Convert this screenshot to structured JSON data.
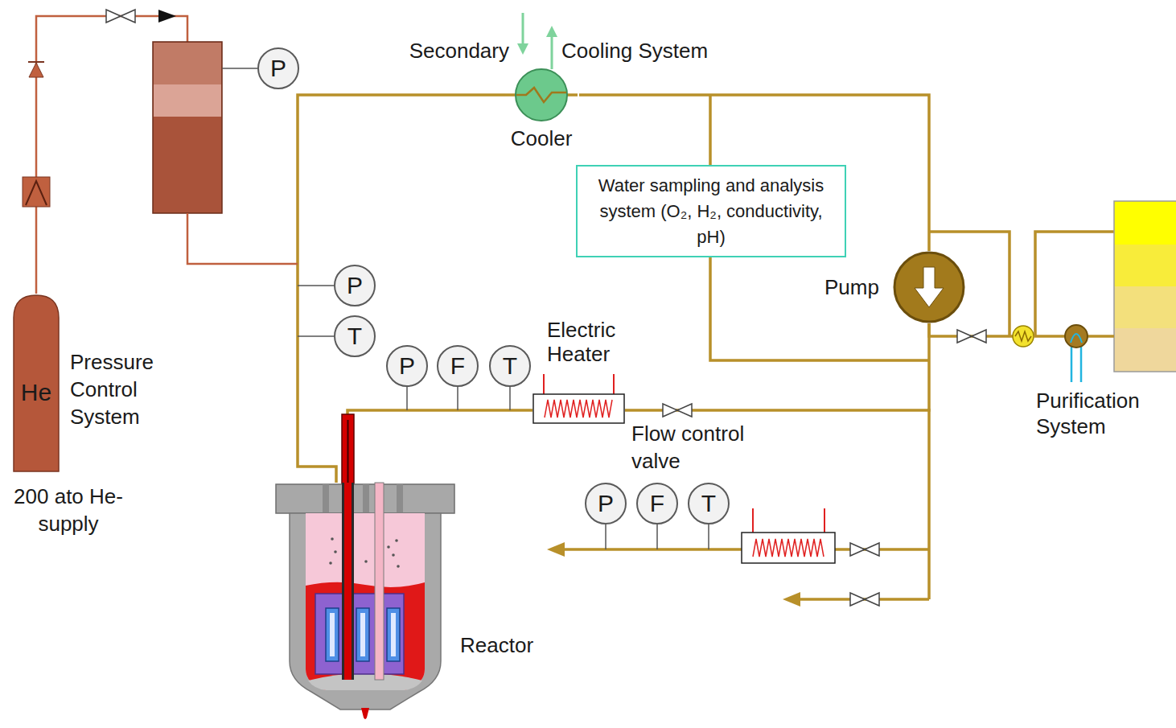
{
  "diagram": {
    "nodes": [
      {
        "text": [
          "P"
        ]
      },
      {
        "text": [
          "Cooler"
        ]
      },
      {
        "text": [
          "Water sampling and analysis system (O₂, H₂, conductivity, pH)"
        ]
      },
      {
        "text": [
          "P"
        ]
      },
      {
        "text": [
          "Pump"
        ]
      },
      {
        "text": [
          "T"
        ]
      },
      {
        "text": [
          "He"
        ]
      },
      {
        "text": [
          "P"
        ]
      },
      {
        "text": [
          "F"
        ]
      },
      {
        "text": [
          "T"
        ]
      },
      {
        "text": [
          "Electric Heater"
        ]
      },
      {
        "text": [
          "Purification System"
        ]
      },
      {
        "text": [
          "P"
        ]
      },
      {
        "text": [
          "F"
        ]
      },
      {
        "text": [
          "T"
        ]
      },
      {
        "text": [
          "Reactor"
        ]
      }
    ],
    "edges": [
      {
        "from": 15,
        "to": 1,
        "arrow": "none"
      },
      {
        "from": 1,
        "to": 4,
        "arrow": "none"
      },
      {
        "from": 4,
        "to": 10,
        "arrow": "none"
      },
      {
        "from": 10,
        "to": 15,
        "arrow": "none"
      },
      {
        "from": 4,
        "to": 11,
        "arrow": "none"
      }
    ],
    "labels": [
      "Secondary",
      "Cooling System",
      "Pressure Control System",
      "200 ato He-supply",
      "Flow control valve"
    ]
  }
}
